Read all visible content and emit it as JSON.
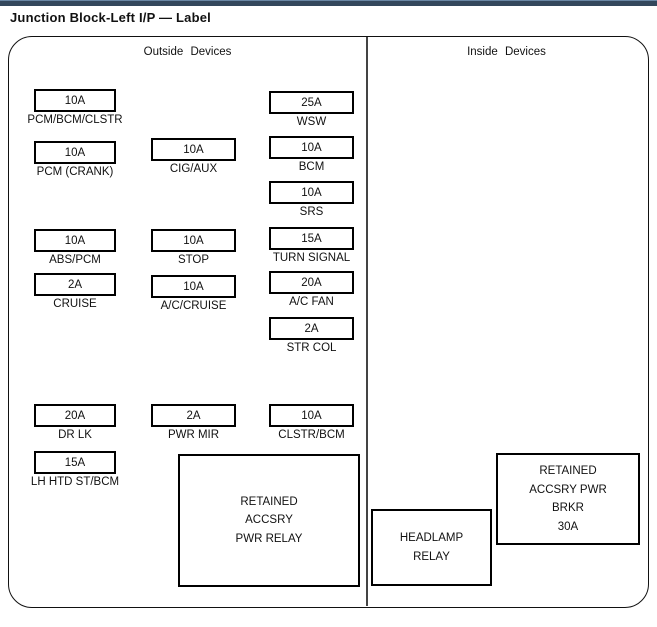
{
  "page": {
    "title": "Junction Block-Left I/P — Label"
  },
  "sections": {
    "outside": {
      "header": "Outside Devices"
    },
    "inside": {
      "header": "Inside Devices"
    }
  },
  "fuses": [
    {
      "amp": "10A",
      "label": "PCM/BCM/CLSTR"
    },
    {
      "amp": "10A",
      "label": "PCM (CRANK)"
    },
    {
      "amp": "10A",
      "label": "ABS/PCM"
    },
    {
      "amp": "2A",
      "label": "CRUISE"
    },
    {
      "amp": "20A",
      "label": "DR LK"
    },
    {
      "amp": "15A",
      "label": "LH HTD ST/BCM"
    },
    {
      "amp": "10A",
      "label": "CIG/AUX"
    },
    {
      "amp": "10A",
      "label": "STOP"
    },
    {
      "amp": "10A",
      "label": "A/C/CRUISE"
    },
    {
      "amp": "2A",
      "label": "PWR MIR"
    },
    {
      "amp": "25A",
      "label": "WSW"
    },
    {
      "amp": "10A",
      "label": "BCM"
    },
    {
      "amp": "10A",
      "label": "SRS"
    },
    {
      "amp": "15A",
      "label": "TURN SIGNAL"
    },
    {
      "amp": "20A",
      "label": "A/C FAN"
    },
    {
      "amp": "2A",
      "label": "STR COL"
    },
    {
      "amp": "10A",
      "label": "CLSTR/BCM"
    }
  ],
  "relays": {
    "rap_relay": {
      "lines": [
        "RETAINED",
        "ACCSRY",
        "PWR RELAY"
      ]
    },
    "headlamp": {
      "lines": [
        "HEADLAMP",
        "RELAY"
      ]
    },
    "rap_breaker": {
      "lines": [
        "RETAINED",
        "ACCSRY PWR",
        "BRKR",
        "30A"
      ]
    }
  },
  "colors": {
    "top_bar": "#33475C",
    "line": "#000000",
    "background": "#FFFFFF"
  }
}
